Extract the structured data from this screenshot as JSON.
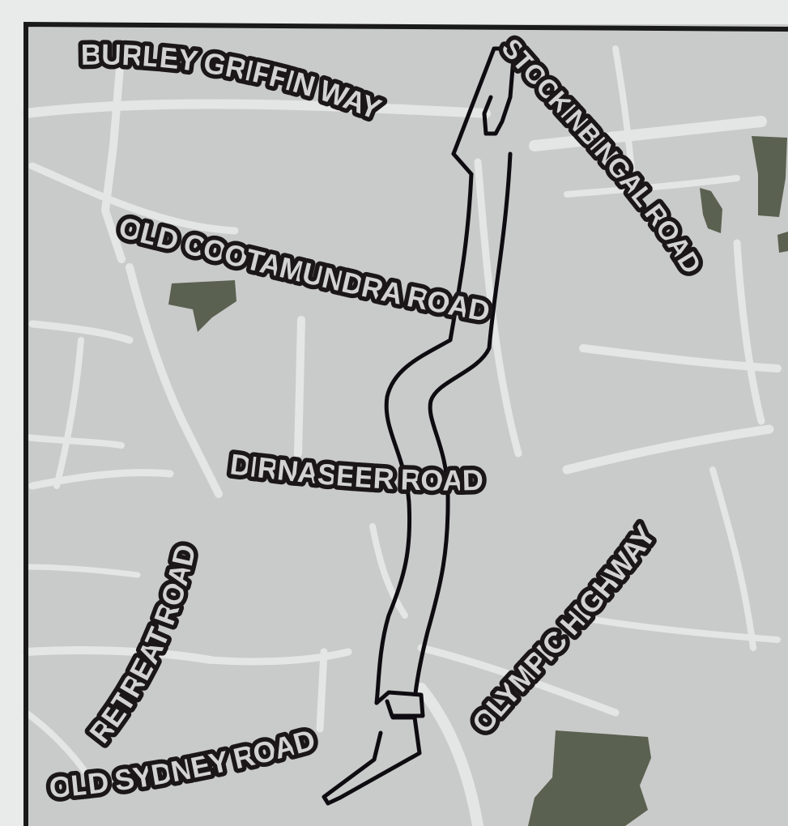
{
  "map": {
    "colors": {
      "page_background": "#e9ebea",
      "land": "#c9caca",
      "minor_roads": "#e4e5e5",
      "route_line": "#0e0c10",
      "park_areas": "#5a6150",
      "label_text": "#d2d2d2",
      "label_halo": "#1b1719",
      "frame": "#1a1a1a"
    },
    "labels": {
      "burley_griffin_way": "BURLEY GRIFFIN WAY",
      "stockinbingal_road": "STOCKINBINGAL ROAD",
      "old_cootamundra_road": "OLD COOTAMUNDRA ROAD",
      "dirnaseer_road": "DIRNASEER ROAD",
      "retreat_road": "RETREAT ROAD",
      "olympic_highway": "OLYMPIC HIGHWAY",
      "old_sydney_road": "OLD SYDNEY ROAD"
    }
  }
}
